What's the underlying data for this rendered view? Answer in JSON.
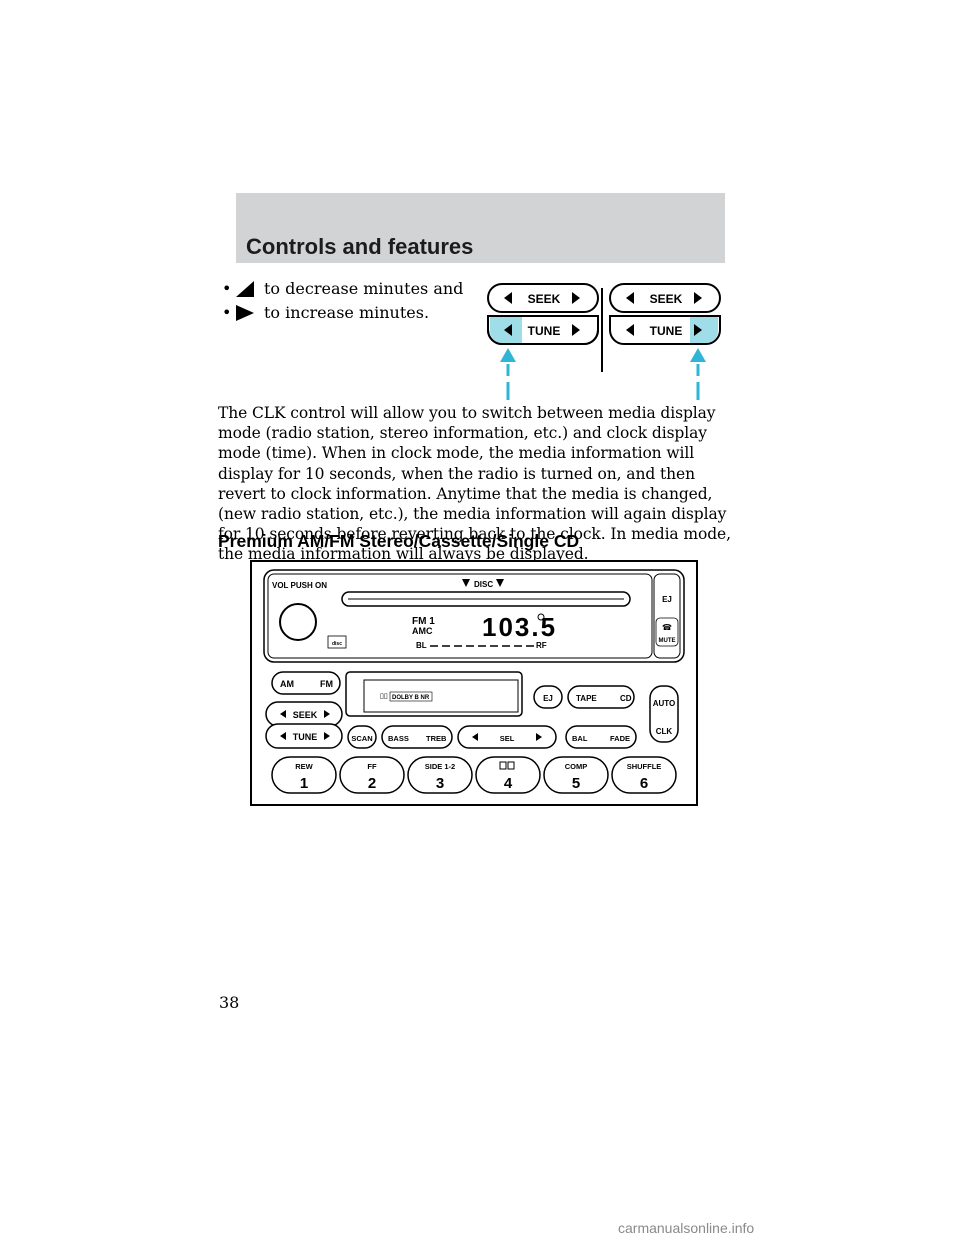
{
  "header": {
    "title": "Controls and features"
  },
  "bullets": [
    {
      "icon": "left-triangle-icon",
      "text": "to decrease minutes and"
    },
    {
      "icon": "right-triangle-icon",
      "text": "to increase minutes."
    }
  ],
  "seek_tune_figure": {
    "left": {
      "seek_label": "SEEK",
      "tune_label": "TUNE",
      "highlight": "left"
    },
    "right": {
      "seek_label": "SEEK",
      "tune_label": "TUNE",
      "highlight": "right"
    },
    "highlight_color": "#9fdde9",
    "arrow_color": "#2fb6d6"
  },
  "paragraph": "The CLK control will allow you to switch between media display mode (radio station, stereo information, etc.) and clock display mode (time). When in clock mode, the media information will display for 10 seconds, when the radio is turned on, and then revert to clock information. Anytime that the media is changed, (new radio station, etc.), the media information will again display for 10 seconds before reverting back to the clock. In media mode, the media information will always be displayed.",
  "section_title": "Premium AM/FM Stereo/Cassette/Single CD",
  "radio": {
    "vol_label": "VOL PUSH ON",
    "disc_label": "DISC",
    "eject_label": "EJ",
    "mute_label": "MUTE",
    "display": {
      "band": "FM 1",
      "amc": "AMC",
      "frequency": "103.5",
      "balance_left": "BL",
      "balance_right": "RF"
    },
    "am_fm_labels": [
      "AM",
      "FM"
    ],
    "seek_label": "SEEK",
    "tune_label": "TUNE",
    "scan_label": "SCAN",
    "bass_treb_labels": [
      "BASS",
      "TREB"
    ],
    "sel_label": "SEL",
    "bal_fade_labels": [
      "BAL",
      "FADE"
    ],
    "dolby_label": "DOLBY B NR",
    "tape_eject_label": "EJ",
    "tape_cd_labels": [
      "TAPE",
      "CD"
    ],
    "auto_label": "AUTO",
    "clk_label": "CLK",
    "presets": [
      {
        "top": "REW",
        "num": "1"
      },
      {
        "top": "FF",
        "num": "2"
      },
      {
        "top": "SIDE 1-2",
        "num": "3"
      },
      {
        "top": "",
        "num": "4"
      },
      {
        "top": "COMP",
        "num": "5"
      },
      {
        "top": "SHUFFLE",
        "num": "6"
      }
    ]
  },
  "page_number": "38",
  "watermark": "carmanualsonline.info"
}
